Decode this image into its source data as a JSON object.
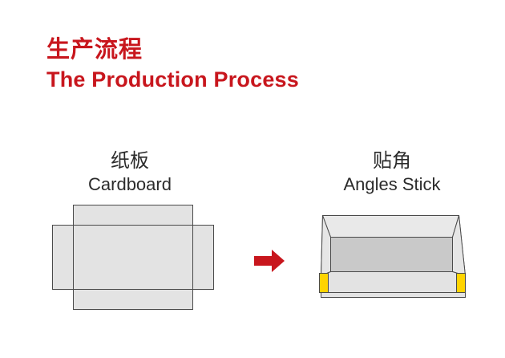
{
  "header": {
    "title_cn": "生产流程",
    "title_en": "The Production Process"
  },
  "steps": [
    {
      "label_cn": "纸板",
      "label_en": "Cardboard",
      "illustration": "flat-cardboard-blank"
    },
    {
      "label_cn": "贴角",
      "label_en": "Angles Stick",
      "illustration": "box-with-corner-tape"
    }
  ],
  "connector": {
    "icon": "right-arrow-icon"
  },
  "colors": {
    "accent": "#c8161d",
    "board_fill": "#e3e3e3",
    "board_stroke": "#4a4a4a",
    "box_inner": "#c9c9c9",
    "tape": "#ffd400"
  }
}
